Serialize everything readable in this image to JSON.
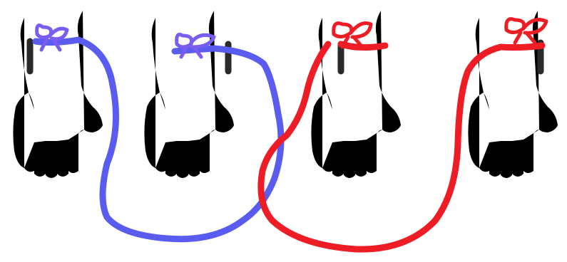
{
  "colors": {
    "background": "#ffffff",
    "hand_outline": "#5f5f5f",
    "cuff_band": "#2a2a2a",
    "blue_rope": "#5a5cf0",
    "blue_knot": "#7a5cf0",
    "red_rope": "#ee1c24"
  },
  "icons": {
    "hand": "raised-hand-outline-icon",
    "knot": "rope-knot-icon"
  },
  "hands": [
    {
      "id": "hand-1",
      "pair": "blue"
    },
    {
      "id": "hand-2",
      "pair": "blue"
    },
    {
      "id": "hand-3",
      "pair": "red"
    },
    {
      "id": "hand-4",
      "pair": "red"
    }
  ],
  "ropes": [
    {
      "id": "blue-rope",
      "color": "blue",
      "connects": [
        "hand-1",
        "hand-2"
      ]
    },
    {
      "id": "red-rope",
      "color": "red",
      "connects": [
        "hand-3",
        "hand-4"
      ]
    }
  ]
}
